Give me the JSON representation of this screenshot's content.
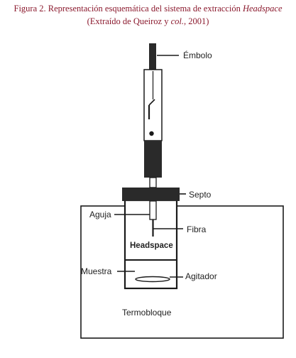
{
  "caption": {
    "line1_prefix": "Figura 2. Representación esquemática del sistema de extracción ",
    "line1_italic": "Headspace",
    "line2_prefix": "(Extraído de Queiroz y ",
    "line2_italic": "col.",
    "line2_suffix": ", 2001)"
  },
  "labels": {
    "embolo": "Émbolo",
    "septo": "Septo",
    "aguja": "Aguja",
    "fibra": "Fibra",
    "headspace": "Headspace",
    "muestra": "Muestra",
    "agitador": "Agitador",
    "termobloque": "Termobloque"
  },
  "colors": {
    "caption": "#8b1a2e",
    "ink": "#1a1a1a",
    "dark_fill": "#2a2a2a"
  }
}
